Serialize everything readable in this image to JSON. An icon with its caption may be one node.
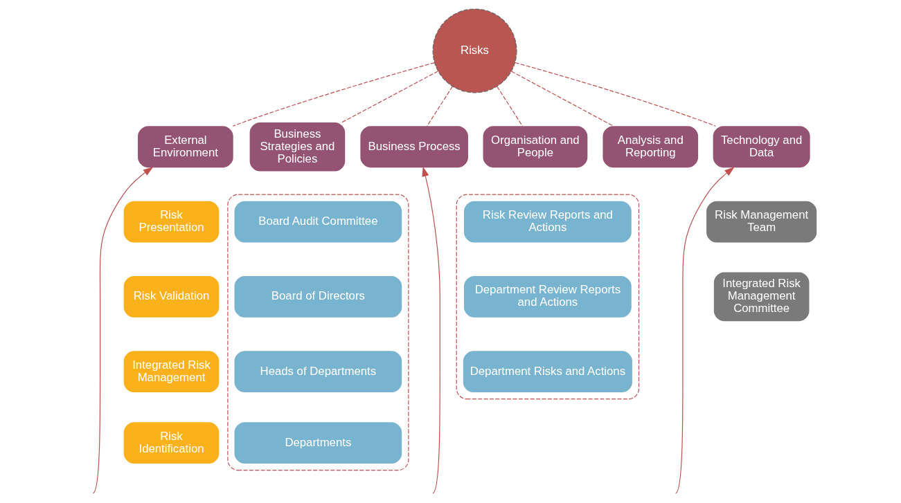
{
  "diagram": {
    "nodes": [
      {
        "text": [
          "Risks"
        ]
      },
      {
        "text": [
          "External Environment"
        ]
      },
      {
        "text": [
          "Business Strategies and Policies"
        ]
      },
      {
        "text": [
          "Business Process"
        ]
      },
      {
        "text": [
          "Organisation and People"
        ]
      },
      {
        "text": [
          "Analysis and Reporting"
        ]
      },
      {
        "text": [
          "Technology and Data"
        ]
      },
      {
        "text": [
          "Risk Presentation"
        ]
      },
      {
        "text": [
          "Risk Validation"
        ]
      },
      {
        "text": [
          "Integrated Risk Management"
        ]
      },
      {
        "text": [
          "Risk Identification"
        ]
      },
      {
        "text": [],
        "shape": "box"
      },
      {
        "text": [
          "Board Audit Committee"
        ],
        "in": 11
      },
      {
        "text": [
          "Board of Directors"
        ],
        "in": 11
      },
      {
        "text": [
          "Heads of Departments"
        ],
        "in": 11
      },
      {
        "text": [
          "Departments"
        ],
        "in": 11
      },
      {
        "text": [],
        "shape": "box"
      },
      {
        "text": [
          "Risk Review Reports and Actions"
        ],
        "in": 16
      },
      {
        "text": [
          "Department Review Reports and Actions"
        ],
        "in": 16
      },
      {
        "text": [
          "Department Risks and Actions"
        ],
        "in": 16
      },
      {
        "text": [
          "Risk Management Team"
        ]
      },
      {
        "text": [
          "Integrated Risk Management Committee"
        ]
      }
    ],
    "edges": [
      {
        "from": 0,
        "to": 1,
        "arrow": "none",
        "style": "dashed"
      },
      {
        "from": 0,
        "to": 2,
        "arrow": "none",
        "style": "dashed"
      },
      {
        "from": 0,
        "to": 3,
        "arrow": "none",
        "style": "dashed"
      },
      {
        "from": 0,
        "to": 4,
        "arrow": "none",
        "style": "dashed"
      },
      {
        "from": 0,
        "to": 5,
        "arrow": "none",
        "style": "dashed"
      },
      {
        "from": 0,
        "to": 6,
        "arrow": "none",
        "style": "dashed"
      },
      {
        "from": null,
        "to": 1,
        "arrow": "to"
      },
      {
        "from": null,
        "to": 3,
        "arrow": "to"
      },
      {
        "from": null,
        "to": 6,
        "arrow": "to"
      }
    ]
  }
}
